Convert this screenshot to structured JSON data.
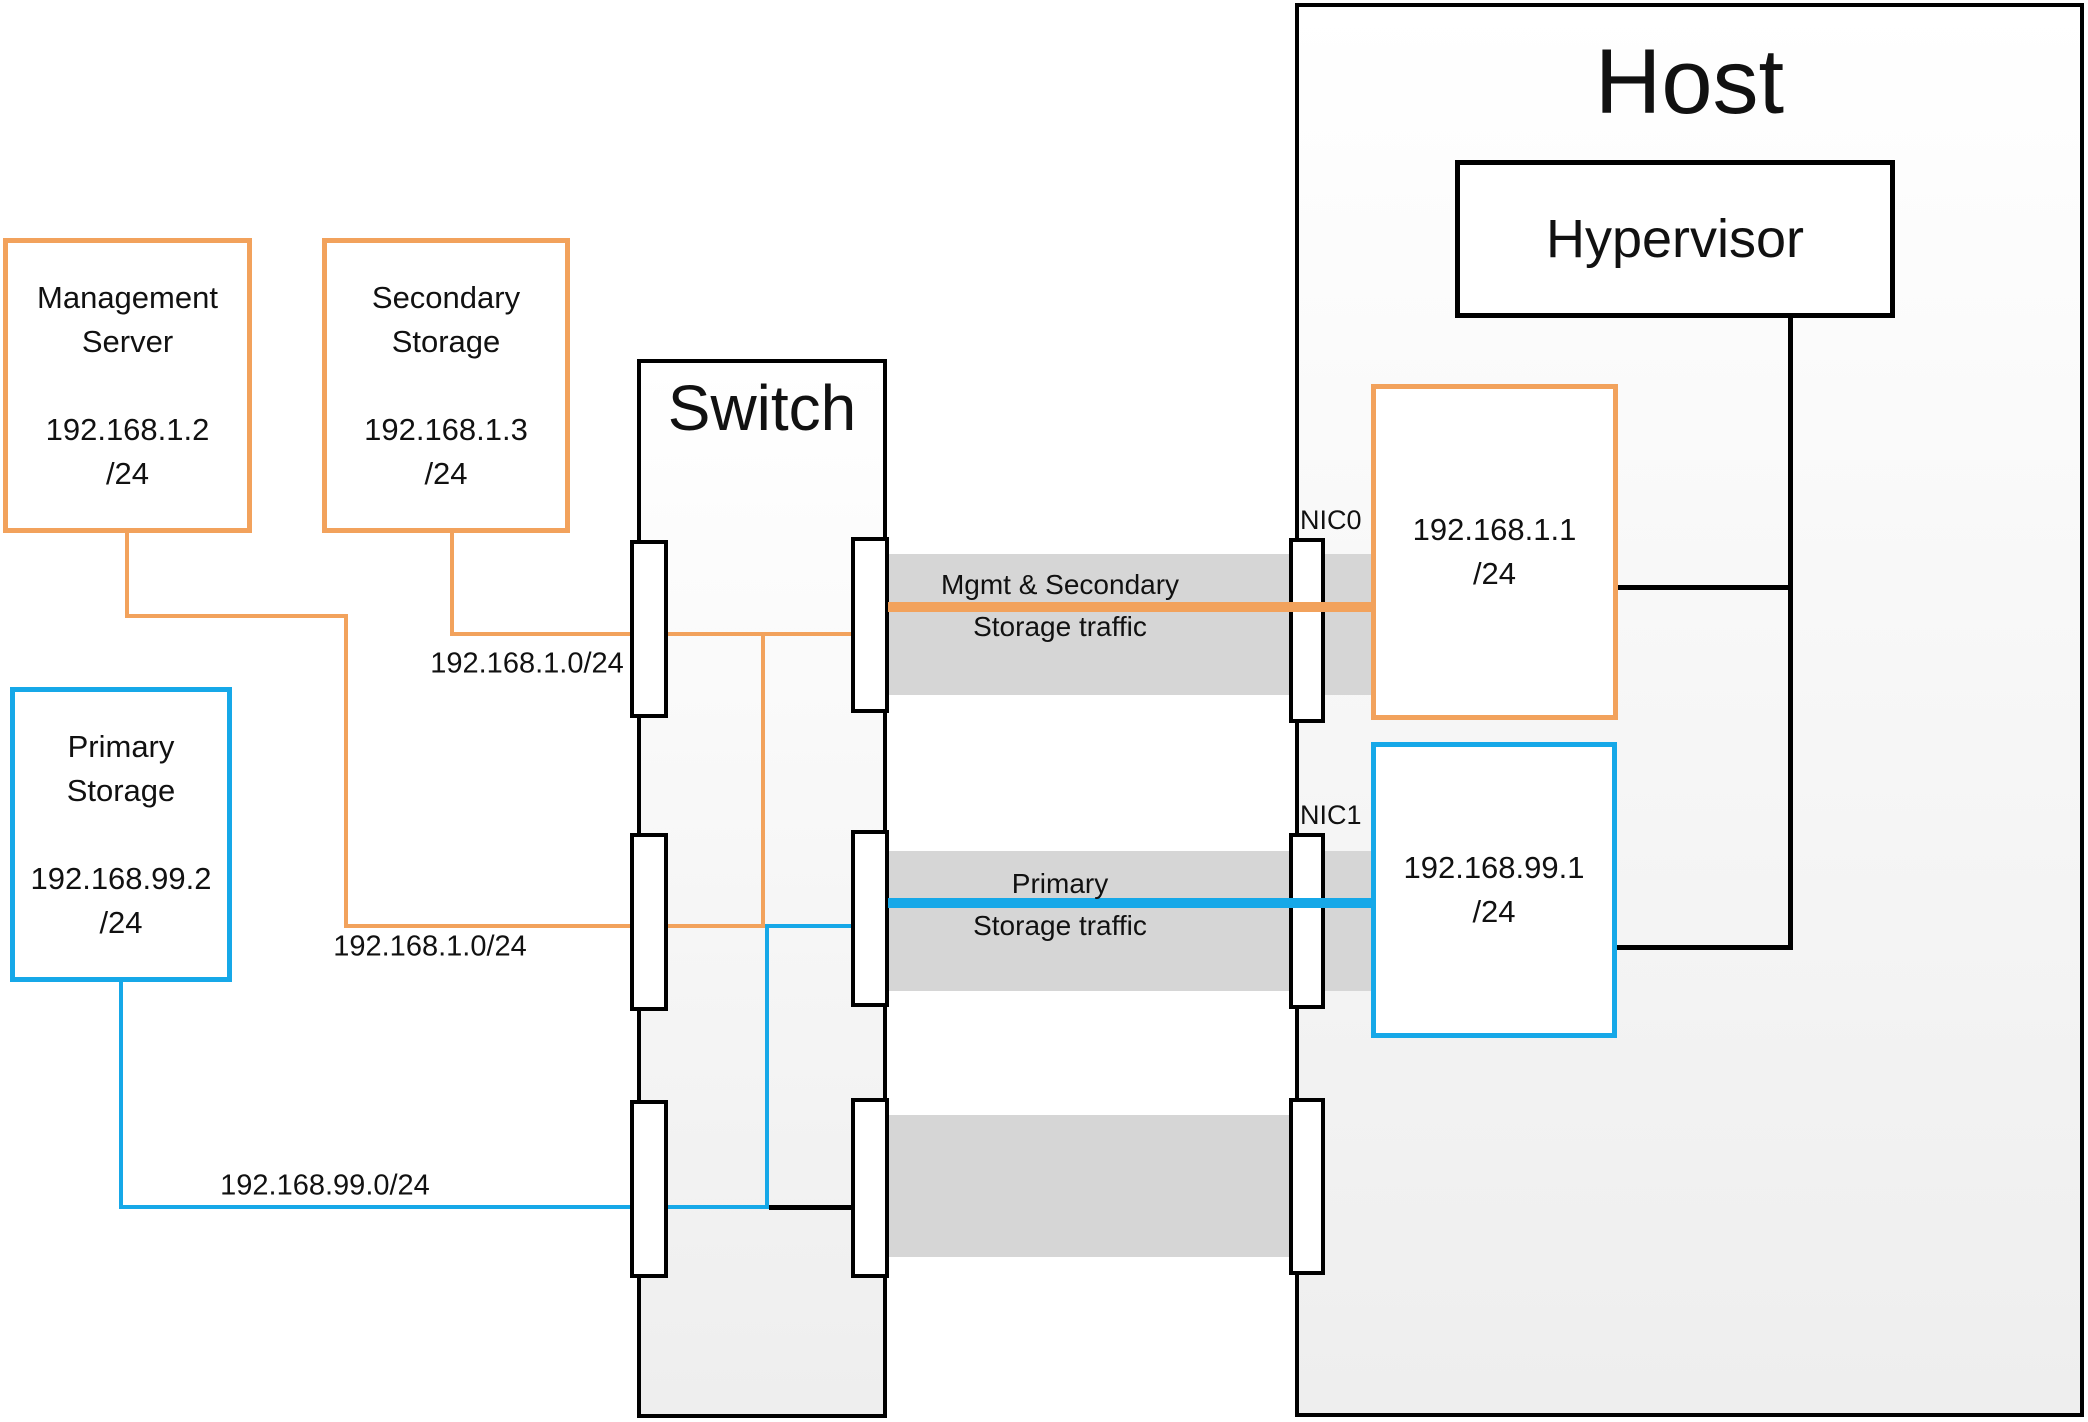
{
  "colors": {
    "orange": "#F2A25C",
    "blue": "#16A8E8",
    "band_gray": "#D6D6D6",
    "line_black": "#000000"
  },
  "host": {
    "title": "Host"
  },
  "switch": {
    "title": "Switch"
  },
  "hypervisor": {
    "label": "Hypervisor"
  },
  "nodes": {
    "management_server": {
      "lines": [
        "Management",
        "Server",
        "",
        "192.168.1.2",
        "/24"
      ]
    },
    "secondary_storage": {
      "lines": [
        "Secondary",
        "Storage",
        "",
        "192.168.1.3",
        "/24"
      ]
    },
    "primary_storage": {
      "lines": [
        "Primary",
        "Storage",
        "",
        "192.168.99.2",
        "/24"
      ]
    },
    "nic0": {
      "lines": [
        "192.168.1.1",
        "/24"
      ]
    },
    "nic1": {
      "lines": [
        "192.168.99.1",
        "/24"
      ]
    }
  },
  "labels": {
    "nic0": "NIC0",
    "nic1": "NIC1",
    "subnet_top": "192.168.1.0/24",
    "subnet_middle": "192.168.1.0/24",
    "subnet_bottom": "192.168.99.0/24"
  },
  "traffic": {
    "band1_line1": "Mgmt & Secondary",
    "band1_line2": "Storage traffic",
    "band2_line1": "Primary",
    "band2_line2": "Storage traffic"
  }
}
